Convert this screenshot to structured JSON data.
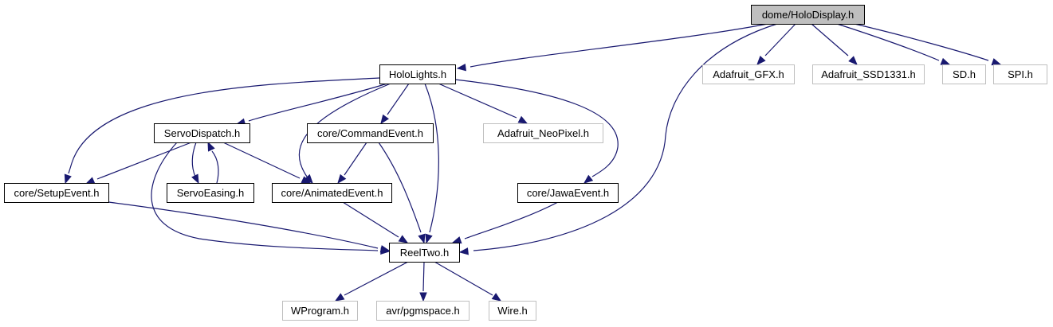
{
  "nodes": {
    "holodisplay": {
      "label": "dome/HoloDisplay.h",
      "kind": "root"
    },
    "hololights": {
      "label": "HoloLights.h",
      "kind": "local"
    },
    "adafruit_gfx": {
      "label": "Adafruit_GFX.h",
      "kind": "external"
    },
    "adafruit_ssd1331": {
      "label": "Adafruit_SSD1331.h",
      "kind": "external"
    },
    "sd": {
      "label": "SD.h",
      "kind": "external"
    },
    "spi": {
      "label": "SPI.h",
      "kind": "external"
    },
    "servodispatch": {
      "label": "ServoDispatch.h",
      "kind": "local"
    },
    "commandevent": {
      "label": "core/CommandEvent.h",
      "kind": "local"
    },
    "adafruit_neopixel": {
      "label": "Adafruit_NeoPixel.h",
      "kind": "external"
    },
    "setupevent": {
      "label": "core/SetupEvent.h",
      "kind": "local"
    },
    "servoeasing": {
      "label": "ServoEasing.h",
      "kind": "local"
    },
    "animatedevent": {
      "label": "core/AnimatedEvent.h",
      "kind": "local"
    },
    "jawaevent": {
      "label": "core/JawaEvent.h",
      "kind": "local"
    },
    "reeltwo": {
      "label": "ReelTwo.h",
      "kind": "local"
    },
    "wprogram": {
      "label": "WProgram.h",
      "kind": "external"
    },
    "pgmspace": {
      "label": "avr/pgmspace.h",
      "kind": "external"
    },
    "wire": {
      "label": "Wire.h",
      "kind": "external"
    }
  },
  "edges": [
    {
      "from": "holodisplay",
      "to": "hololights"
    },
    {
      "from": "holodisplay",
      "to": "adafruit_gfx"
    },
    {
      "from": "holodisplay",
      "to": "adafruit_ssd1331"
    },
    {
      "from": "holodisplay",
      "to": "sd"
    },
    {
      "from": "holodisplay",
      "to": "spi"
    },
    {
      "from": "holodisplay",
      "to": "reeltwo"
    },
    {
      "from": "hololights",
      "to": "servodispatch"
    },
    {
      "from": "hololights",
      "to": "commandevent"
    },
    {
      "from": "hololights",
      "to": "adafruit_neopixel"
    },
    {
      "from": "hololights",
      "to": "setupevent"
    },
    {
      "from": "hololights",
      "to": "animatedevent"
    },
    {
      "from": "hololights",
      "to": "jawaevent"
    },
    {
      "from": "hololights",
      "to": "reeltwo"
    },
    {
      "from": "servodispatch",
      "to": "setupevent"
    },
    {
      "from": "servodispatch",
      "to": "servoeasing"
    },
    {
      "from": "servoeasing",
      "to": "servodispatch"
    },
    {
      "from": "servodispatch",
      "to": "animatedevent"
    },
    {
      "from": "servodispatch",
      "to": "reeltwo"
    },
    {
      "from": "commandevent",
      "to": "animatedevent"
    },
    {
      "from": "commandevent",
      "to": "reeltwo"
    },
    {
      "from": "setupevent",
      "to": "reeltwo"
    },
    {
      "from": "animatedevent",
      "to": "reeltwo"
    },
    {
      "from": "jawaevent",
      "to": "reeltwo"
    },
    {
      "from": "reeltwo",
      "to": "wprogram"
    },
    {
      "from": "reeltwo",
      "to": "pgmspace"
    },
    {
      "from": "reeltwo",
      "to": "wire"
    }
  ]
}
